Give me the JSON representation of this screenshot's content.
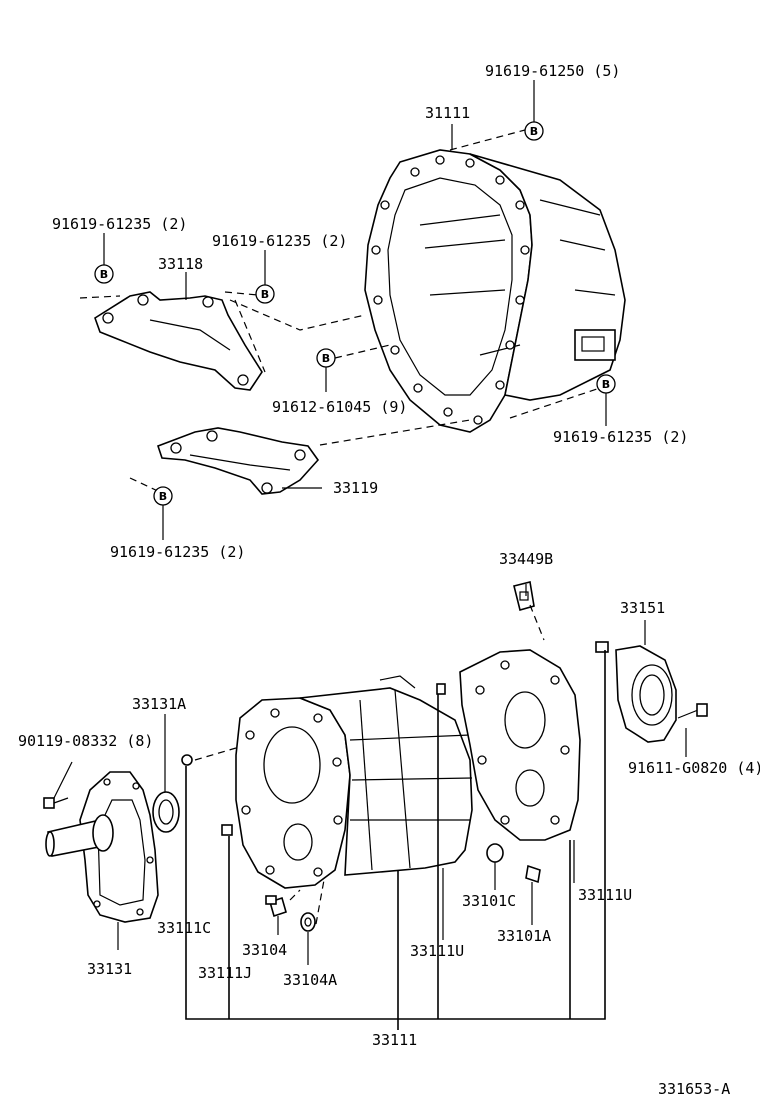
{
  "parts": {
    "p31111_top": "31111",
    "p91619_61250": "91619-61250 (5)",
    "p91619_61235_a": "91619-61235 (2)",
    "p91619_61235_b": "91619-61235 (2)",
    "p33118": "33118",
    "p91612_61045": "91612-61045 (9)",
    "p91619_61235_c": "91619-61235 (2)",
    "p33119": "33119",
    "p91619_61235_d": "91619-61235 (2)",
    "p33449B": "33449B",
    "p33151": "33151",
    "p33131A": "33131A",
    "p90119_08332": "90119-08332 (8)",
    "p91611_G0820": "91611-G0820 (4)",
    "p33101C": "33101C",
    "p33111U_r": "33111U",
    "p33111C": "33111C",
    "p33104": "33104",
    "p33101A": "33101A",
    "p33131": "33131",
    "p33111J": "33111J",
    "p33104A": "33104A",
    "p33111U_m": "33111U",
    "p33111_bottom": "33111"
  },
  "callout_letter": "B",
  "diagram_id": "331653-A"
}
